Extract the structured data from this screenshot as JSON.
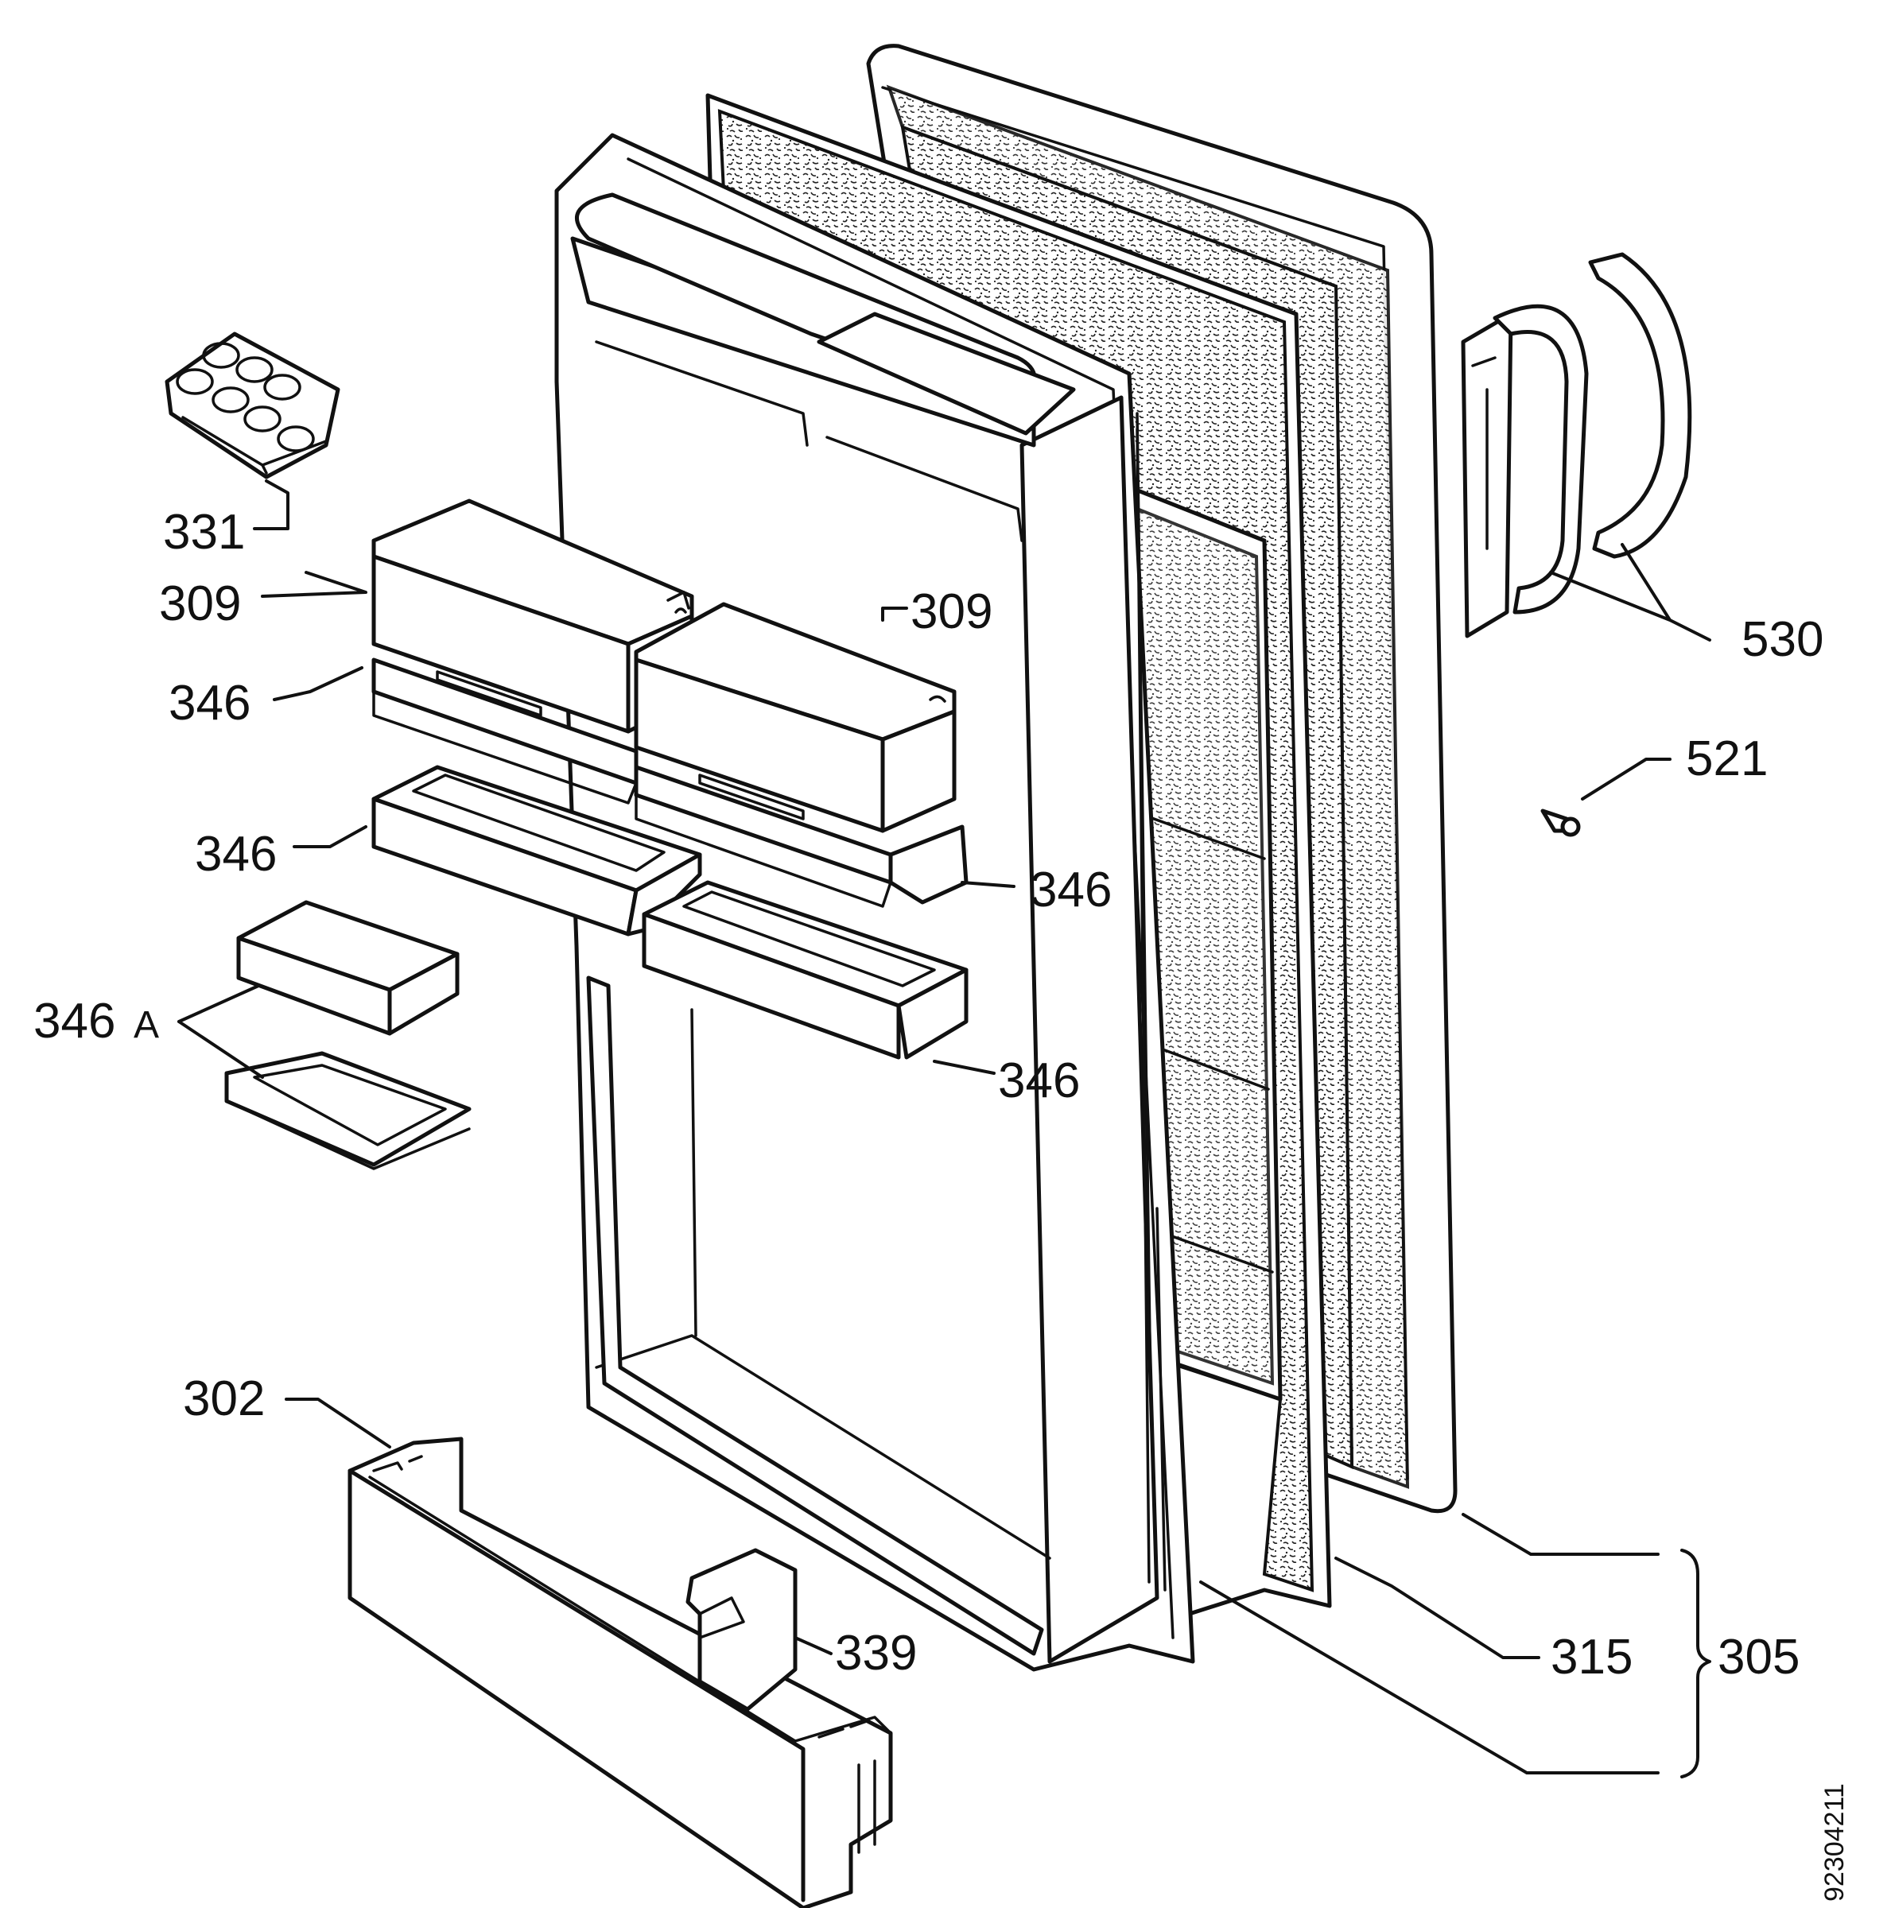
{
  "labels": {
    "p331": "331",
    "p309_left": "309",
    "p309_right": "309",
    "p346_1": "346",
    "p346_2": "346",
    "p346_3": "346",
    "p346_4": "346",
    "p346a_num": "346",
    "p346a_suffix": "A",
    "p530": "530",
    "p521": "521",
    "p302": "302",
    "p339": "339",
    "p315": "315",
    "p305": "305"
  },
  "document_number": "92304211",
  "colors": {
    "line": "#111111",
    "background": "#ffffff"
  }
}
